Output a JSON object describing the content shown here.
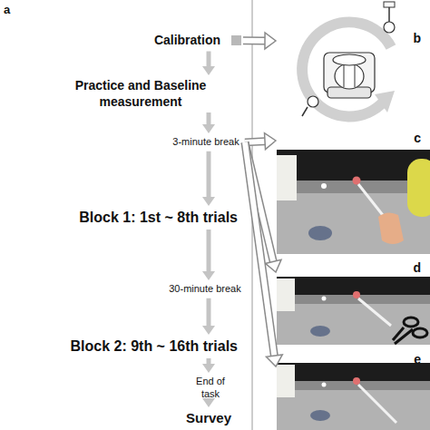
{
  "diagram": {
    "nodes": [
      {
        "text": [
          "Calibration"
        ]
      },
      {
        "text": [
          "Practice and Baseline measurement"
        ]
      },
      {
        "text": [
          "3-minute break"
        ]
      },
      {
        "text": [
          "Block 1: 1st ~ 8th trials"
        ]
      },
      {
        "text": [
          "30-minute break"
        ]
      },
      {
        "text": [
          "Block 2: 9th ~ 16th trials"
        ]
      },
      {
        "text": [
          "End of task"
        ]
      },
      {
        "text": [
          "Survey"
        ]
      },
      {
        "text": [
          "b"
        ]
      },
      {
        "text": [
          "c"
        ]
      },
      {
        "text": [
          "d"
        ]
      },
      {
        "text": [
          "e"
        ]
      }
    ],
    "edges": [
      {
        "from": 0,
        "to": 1,
        "arrow": "to"
      },
      {
        "from": 1,
        "to": 2,
        "arrow": "to"
      },
      {
        "from": 2,
        "to": 3,
        "arrow": "to"
      },
      {
        "from": 3,
        "to": 4,
        "arrow": "to"
      },
      {
        "from": 4,
        "to": 5,
        "arrow": "to"
      },
      {
        "from": 5,
        "to": 6,
        "arrow": "to"
      },
      {
        "from": 6,
        "to": 7,
        "arrow": "to"
      },
      {
        "from": 0,
        "to": 8,
        "arrow": "to"
      },
      {
        "from": 2,
        "to": 9,
        "arrow": "to"
      },
      {
        "from": 2,
        "to": 10,
        "arrow": "to"
      },
      {
        "from": 2,
        "to": 11,
        "arrow": "to"
      }
    ],
    "labels": [
      "a"
    ]
  }
}
